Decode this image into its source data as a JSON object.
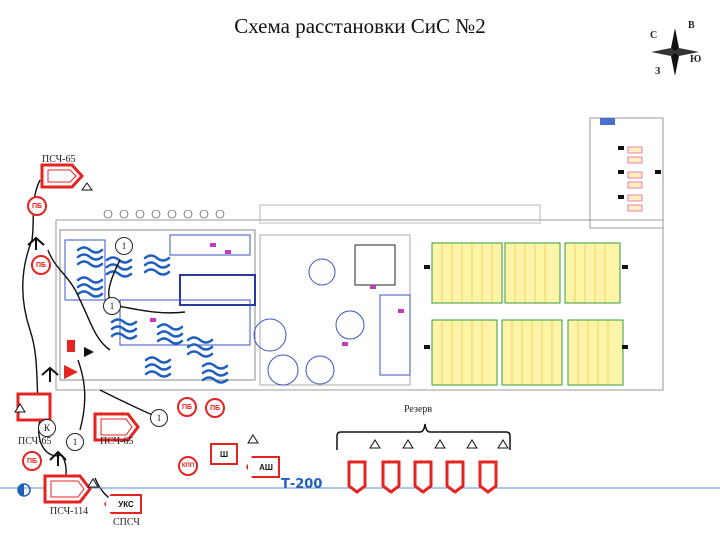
{
  "title": "Схема расстановки СиС №2",
  "compass": {
    "n": "С",
    "e": "В",
    "s": "Ю",
    "w": "З"
  },
  "units": {
    "psch65_top": "ПСЧ-65",
    "psch65_left": "ПСЧ-65",
    "psch65_mid": "ПСЧ-65",
    "psch114": "ПСЧ-114",
    "spsch": "СПСЧ",
    "reserve": "Резерв",
    "t200": "Т-200"
  },
  "markers": {
    "pb": "ПБ",
    "k": "К",
    "one": "1",
    "kpp": "КПП",
    "sh": "Ш",
    "ash": "АШ",
    "uks": "УКС"
  },
  "colors": {
    "fire": "#e52421",
    "water": "#1f5fbf",
    "tank": "#fff4a8",
    "green": "#2e9e3a"
  }
}
